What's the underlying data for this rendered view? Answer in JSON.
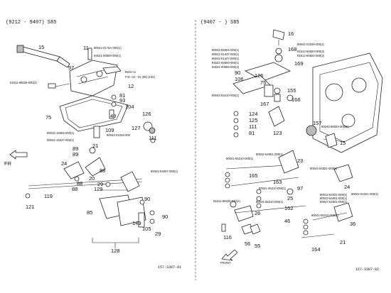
{
  "left_panel": {
    "header": "(9212 - 9407) S85",
    "footer": "157-3307-01",
    "direction_label": "FR",
    "refer_note": [
      "Refer to",
      "FIG. 04 - 01 (36) (102)"
    ],
    "refs": [
      "15",
      "97",
      "11",
      "12",
      "81",
      "93",
      "104",
      "49",
      "75",
      "109",
      "126",
      "127",
      "111",
      "21",
      "24",
      "89",
      "89",
      "88",
      "88",
      "88",
      "20",
      "129",
      "29",
      "119",
      "121",
      "90",
      "90",
      "149",
      "85",
      "29",
      "105",
      "128"
    ],
    "part_numbers": [
      "90041-0172A-000(1)",
      "94531-00600-000(1)",
      "91611-60625-000(2)",
      "90042-15004-000(1)",
      "90041-15047-000(1)",
      "90042-01033-000",
      "90042-54007-000(1)"
    ]
  },
  "right_panel": {
    "header": "(9407 -      ) S85",
    "footer": "157-3307-02",
    "front_label": "FRONT",
    "refs": [
      "16",
      "168",
      "169",
      "90",
      "106",
      "126",
      "75",
      "167",
      "155",
      "166",
      "124",
      "125",
      "111",
      "81",
      "123",
      "157",
      "15",
      "23",
      "24",
      "165",
      "163",
      "97",
      "25",
      "46",
      "162",
      "26",
      "56",
      "55",
      "116",
      "36",
      "21",
      "164"
    ],
    "part_numbers": [
      "90042-55004-000(1)",
      "90041-01437-000(1)",
      "90042-01427-000(1)",
      "94531-00600-000(1)",
      "94531-00600-000(2)",
      "90042-01539-000(1)",
      "91512-60820-000(2)",
      "91512-60820-000(2)",
      "90042-55210-000(1)",
      "90042-56003-000(1)",
      "90042-54001-000(1)",
      "90041-55210-000(1)",
      "90042-54021-000(1)",
      "90042-54031-000(1)",
      "90042-54051-000(1)",
      "90047-54001-000(1)",
      "90042-54321-000(1)",
      "90041-45210-000(1)",
      "90041-55210-000(1)",
      "91611-60820-000(2)",
      "90041-55210-000(1)"
    ]
  },
  "icons": {
    "left_arrow": "arrow-left-icon",
    "front_arrow": "arrow-down-left-icon"
  }
}
